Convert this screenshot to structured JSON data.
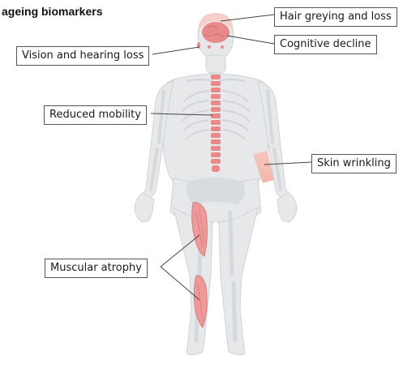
{
  "title": "ageing biomarkers",
  "labels": {
    "hair": "Hair greying and loss",
    "cognitive": "Cognitive decline",
    "vision": "Vision and hearing loss",
    "mobility": "Reduced mobility",
    "skin": "Skin wrinkling",
    "muscle": "Muscular atrophy"
  },
  "colors": {
    "body": "#e6e8ea",
    "body_edge": "#cfd3d7",
    "bone": "#d7dadd",
    "highlight": "#e9898a",
    "highlight_light": "#f5cfc9",
    "line": "#444444"
  }
}
